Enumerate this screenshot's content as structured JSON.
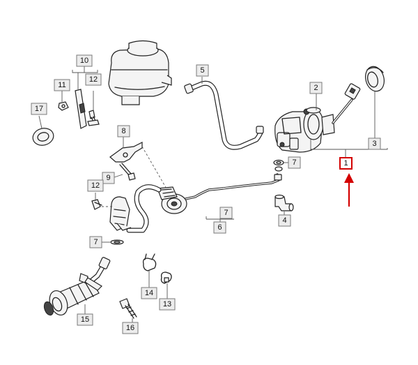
{
  "callouts": {
    "c1": "1",
    "c2": "2",
    "c3": "3",
    "c4": "4",
    "c5": "5",
    "c6": "6",
    "c7a": "7",
    "c7b": "7",
    "c7c": "7",
    "c8": "8",
    "c9": "9",
    "c10": "10",
    "c11": "11",
    "c12a": "12",
    "c12b": "12",
    "c13": "13",
    "c14": "14",
    "c15": "15",
    "c16": "16",
    "c17": "17"
  },
  "colors": {
    "highlight": "#d40000",
    "callout_fill": "#ececec",
    "line": "#222222"
  },
  "highlighted_part": "1"
}
